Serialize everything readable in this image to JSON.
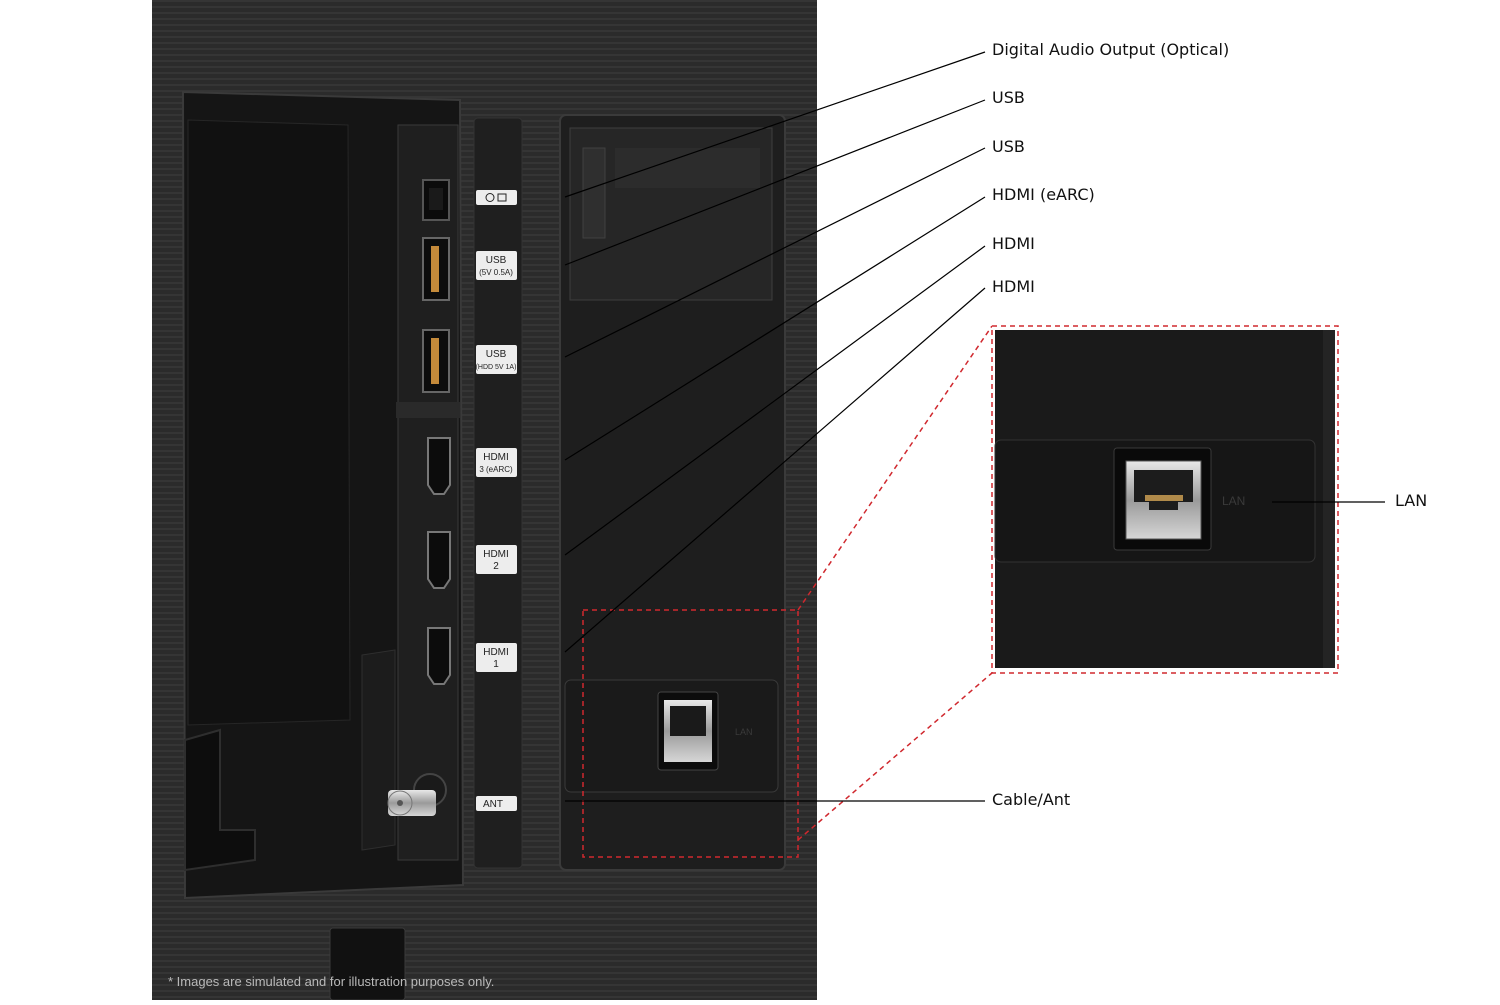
{
  "callouts": [
    {
      "id": "optical",
      "text": "Digital Audio Output (Optical)"
    },
    {
      "id": "usb1",
      "text": "USB"
    },
    {
      "id": "usb2",
      "text": "USB"
    },
    {
      "id": "hdmi3",
      "text": "HDMI (eARC)"
    },
    {
      "id": "hdmi2",
      "text": "HDMI"
    },
    {
      "id": "hdmi1",
      "text": "HDMI"
    },
    {
      "id": "lan",
      "text": "LAN"
    },
    {
      "id": "cable",
      "text": "Cable/Ant"
    }
  ],
  "port_labels": {
    "usb1": [
      "USB",
      "(5V 0.5A)"
    ],
    "usb2": [
      "USB",
      "(HDD 5V 1A)"
    ],
    "hdmi3": [
      "HDMI",
      "3 (eARC)"
    ],
    "hdmi2": [
      "HDMI",
      "2"
    ],
    "hdmi1": [
      "HDMI",
      "1"
    ],
    "ant": [
      "ANT"
    ]
  },
  "lan_panel_text": "LAN",
  "disclaimer": "* Images are simulated and for illustration purposes only.",
  "colors": {
    "tv_back": "#2a2a2a",
    "recess": "#121212",
    "zoom_border": "#d0282e",
    "leader_line": "#000000"
  }
}
